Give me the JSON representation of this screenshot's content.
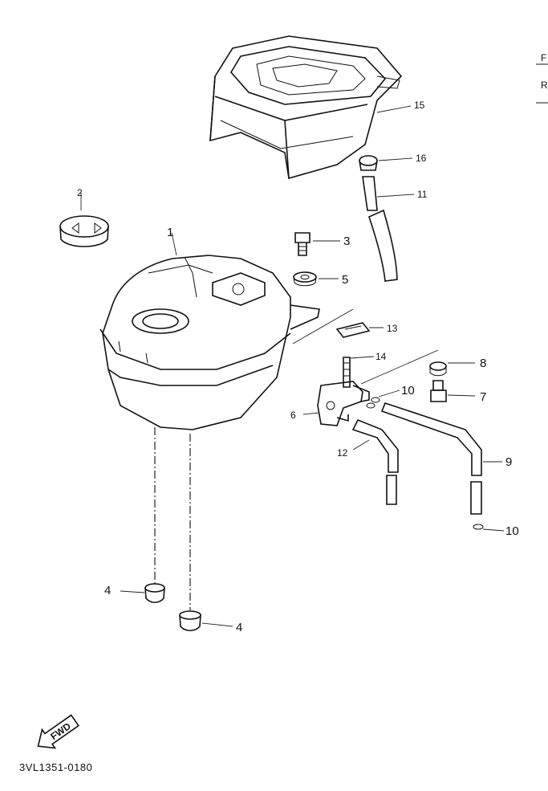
{
  "diagram": {
    "drawing_code": "3VL1351-0180",
    "fwd_label": "FWD",
    "edge_labels": [
      "F",
      "R"
    ],
    "callouts": [
      {
        "id": "c1",
        "text": "1"
      },
      {
        "id": "c2",
        "text": "2"
      },
      {
        "id": "c3",
        "text": "3"
      },
      {
        "id": "c4a",
        "text": "4"
      },
      {
        "id": "c4b",
        "text": "4"
      },
      {
        "id": "c5",
        "text": "5"
      },
      {
        "id": "c6",
        "text": "6"
      },
      {
        "id": "c7",
        "text": "7"
      },
      {
        "id": "c8",
        "text": "8"
      },
      {
        "id": "c9",
        "text": "9"
      },
      {
        "id": "c10a",
        "text": "10"
      },
      {
        "id": "c10b",
        "text": "10"
      },
      {
        "id": "c11",
        "text": "11"
      },
      {
        "id": "c12",
        "text": "12"
      },
      {
        "id": "c13",
        "text": "13"
      },
      {
        "id": "c14",
        "text": "14"
      },
      {
        "id": "c15",
        "text": "15"
      },
      {
        "id": "c16",
        "text": "16"
      }
    ]
  }
}
